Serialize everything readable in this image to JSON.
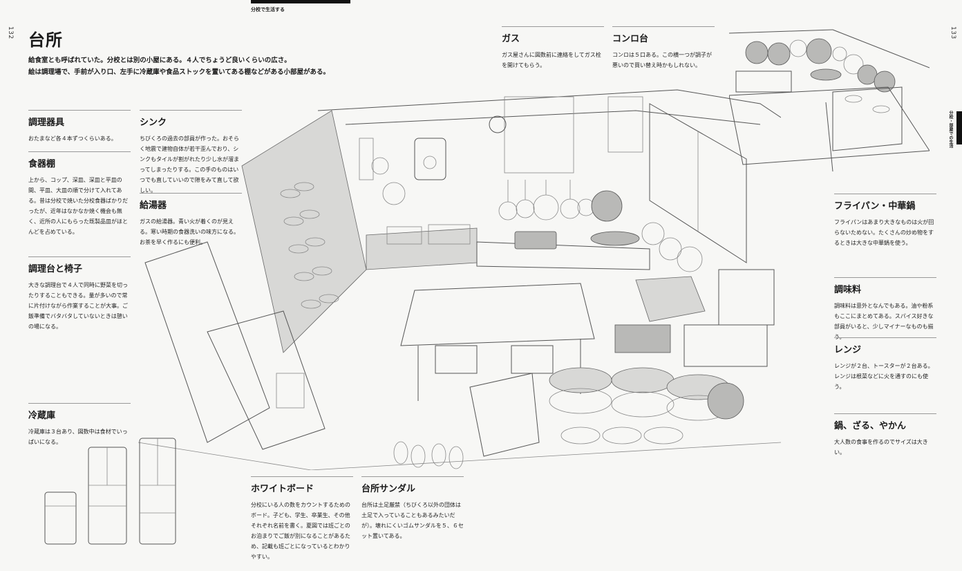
{
  "page": {
    "left_number": "132",
    "right_number": "133",
    "section_label": "分校で生活する",
    "side_tab": "分校・部屋での生活"
  },
  "title": "台所",
  "intro": {
    "line1": "給食室とも呼ばれていた。分校とは別の小屋にある。４人でちょうど良いくらいの広さ。",
    "line2": "絵は調理場で、手前が入り口、左手に冷蔵庫や食品ストックを置いてある棚などがある小部屋がある。"
  },
  "items": {
    "chouriki": {
      "title": "調理器具",
      "text": "おたまなど各４本ずつくらいある。"
    },
    "shokkidana": {
      "title": "食器棚",
      "text": "上から、コップ、深皿、深皿と平皿の間、平皿、大皿の順で分けて入れてある。昔は分校で焼いた分校食器ばかりだったが、近年はなかなか焼く機会も無く、近所の人にもらった既製品皿がほとんどを占めている。"
    },
    "chouridai": {
      "title": "調理台と椅子",
      "text": "大きな調理台で４人で同時に野菜を切ったりすることもできる。量が多いので常に片付けながら作業することが大事。ご飯準備でバタバタしていないときは憩いの場になる。"
    },
    "reizouko": {
      "title": "冷蔵庫",
      "text": "冷蔵庫は３台あり、図数中は食材でいっぱいになる。"
    },
    "sink": {
      "title": "シンク",
      "text": "ちびくろの過去の部員が作った。おそらく地震で建物自体が若干歪んでおり、シンクもタイルが割がれたり少し水が溜まってしまったりする。この手のものはいつでも直していいので隙をみて直して欲しい。"
    },
    "kyutouki": {
      "title": "給湯器",
      "text": "ガスの給湯器。青い火が着くのが見える。寒い時期の食器洗いの味方になる。お茶を早く作るにも便利。"
    },
    "whiteboard": {
      "title": "ホワイトボード",
      "text": "分校にいる人の数をカウントするためのボード。子ども、学生、卒業生、その他それぞれ名前を書く。夏図では班ごとのお泊まりでご飯が別になることがあるため、記載も班ごとになっているとわかりやすい。"
    },
    "sandal": {
      "title": "台所サンダル",
      "text": "台所は土足厳禁（ちびくろ以外の団体は土足で入っていることもあるみたいだが）。壊れにくいゴムサンダルを５、６セット置いてある。"
    },
    "gas": {
      "title": "ガス",
      "text": "ガス屋さんに図数前に連絡をしてガス栓を開けてもらう。"
    },
    "konro": {
      "title": "コンロ台",
      "text": "コンロは５口ある。この横一つが調子が悪いので買い替え時かもしれない。"
    },
    "frypan": {
      "title": "フライパン・中華鍋",
      "text": "フライパンはあまり大きなものは火が回らないためない。たくさんの炒め物をするときは大きな中華鍋を使う。"
    },
    "choumiryou": {
      "title": "調味料",
      "text": "調味料は意外となんでもある。油や粉系もここにまとめてある。スパイス好きな部員がいると、少しマイナーなものも揃う。"
    },
    "range": {
      "title": "レンジ",
      "text": "レンジが２台、トースターが２台ある。レンジは根菜などに火を通すのにも使う。"
    },
    "nabe": {
      "title": "鍋、ざる、やかん",
      "text": "大人数の食事を作るのでサイズは大きい。"
    }
  }
}
